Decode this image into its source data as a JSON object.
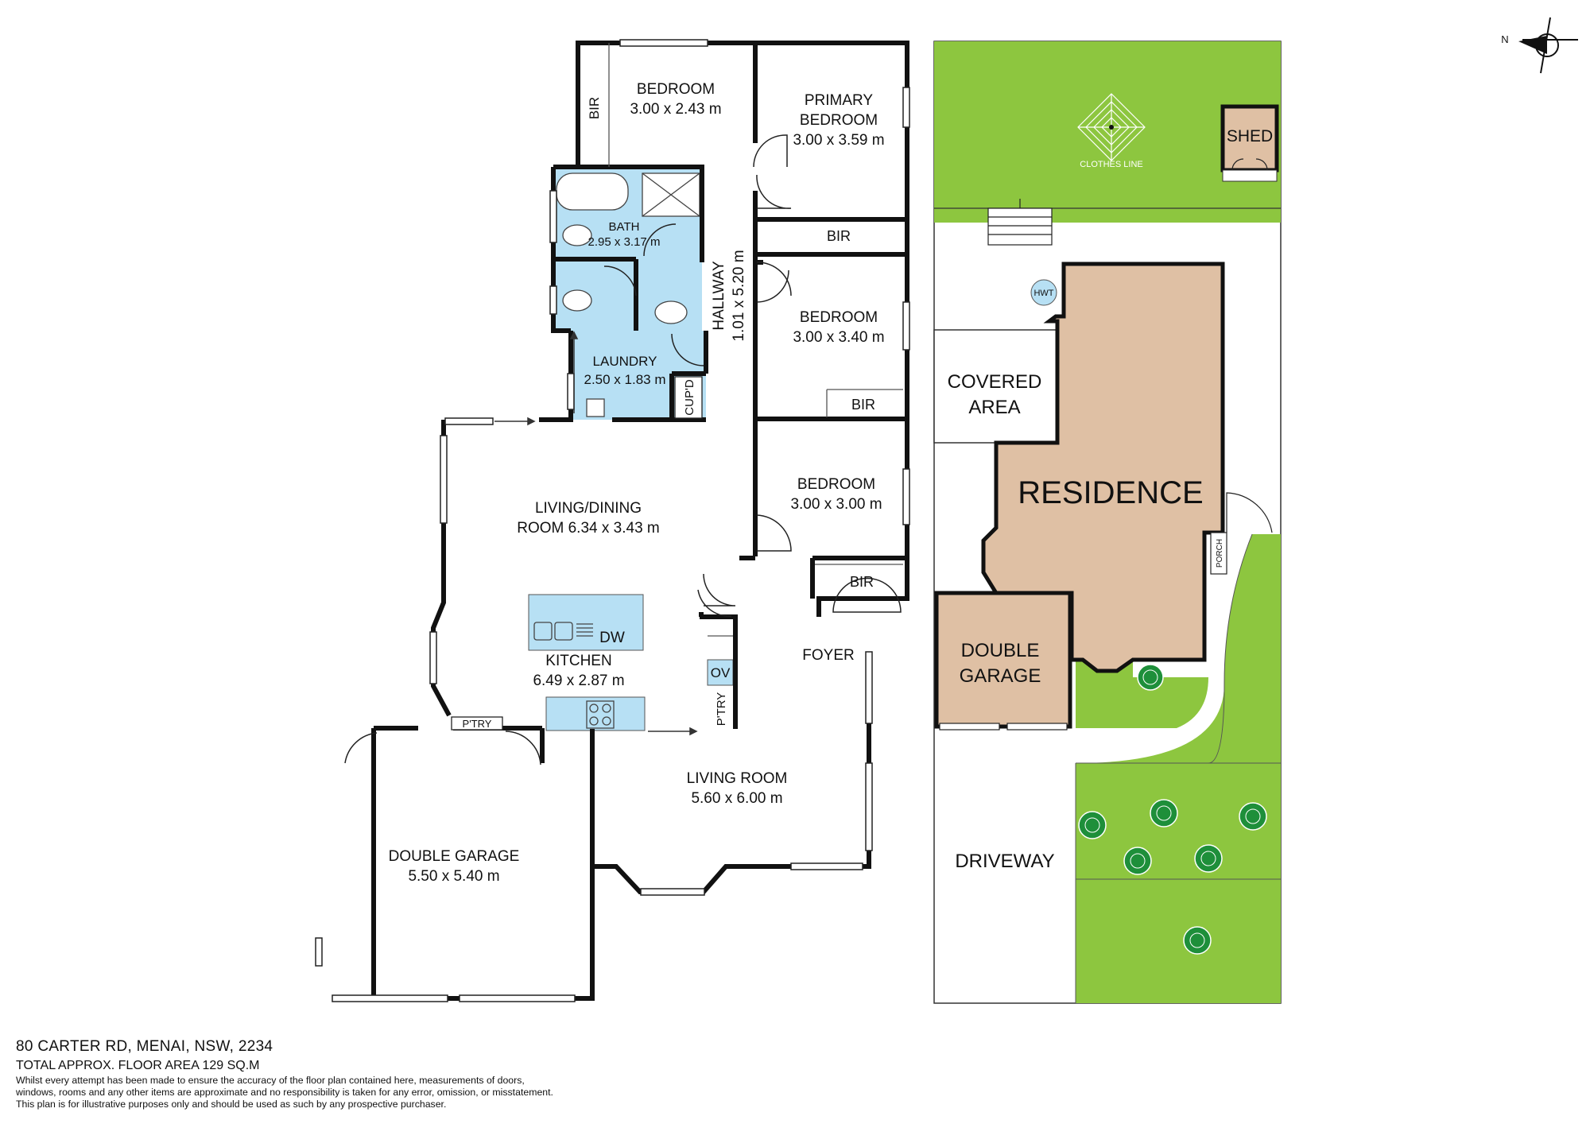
{
  "floor_plan": {
    "rooms": {
      "bedroom_top": {
        "name": "BEDROOM",
        "dims": "3.00 x 2.43 m"
      },
      "bir_top": "BIR",
      "primary": {
        "name_line1": "PRIMARY",
        "name_line2": "BEDROOM",
        "dims": "3.00 x 3.59 m"
      },
      "primary_bir": "BIR",
      "bath": {
        "name": "BATH",
        "dims": "2.95 x 3.17 m"
      },
      "hallway": {
        "name": "HALLWAY",
        "dims": "1.01 x 5.20 m"
      },
      "bedroom_mid": {
        "name": "BEDROOM",
        "dims": "3.00 x 3.40 m"
      },
      "bedroom_mid_bir": "BIR",
      "laundry": {
        "name": "LAUNDRY",
        "dims": "2.50 x 1.83 m"
      },
      "cupd": "CUP'D",
      "bedroom_low": {
        "name": "BEDROOM",
        "dims": "3.00 x 3.00 m"
      },
      "bedroom_low_bir": "BIR",
      "living_dining": {
        "name": "LIVING/DINING",
        "dims": "ROOM 6.34 x 3.43 m"
      },
      "kitchen": {
        "name": "KITCHEN",
        "dims": "6.49 x 2.87 m"
      },
      "dw": "DW",
      "ov": "OV",
      "ptry_vertical": "P'TRY",
      "ptry_horizontal": "P'TRY",
      "foyer": "FOYER",
      "living_room": {
        "name": "LIVING ROOM",
        "dims": "5.60 x 6.00 m"
      },
      "double_garage": {
        "name": "DOUBLE GARAGE",
        "dims": "5.50 x 5.40 m"
      }
    }
  },
  "site_plan": {
    "clothes_line": "CLOTHES LINE",
    "shed": "SHED",
    "hwt": "HWT",
    "covered_area": {
      "line1": "COVERED",
      "line2": "AREA"
    },
    "residence": "RESIDENCE",
    "porch": "PORCH",
    "double_garage": {
      "line1": "DOUBLE",
      "line2": "GARAGE"
    },
    "driveway": "DRIVEWAY",
    "colors": {
      "lawn": "#8dc63f",
      "building": "#dfc0a4",
      "wet_area": "#b7e0f4",
      "tree": "#1e8f3a"
    }
  },
  "compass": {
    "label": "N"
  },
  "footer": {
    "address": "80 CARTER RD, MENAI, NSW, 2234",
    "area": "TOTAL APPROX. FLOOR AREA 129 SQ.M",
    "disclaimer_1": "Whilst every attempt has been made to ensure the accuracy of the floor plan contained here, measurements of doors,",
    "disclaimer_2": "windows, rooms and any other items are approximate and no responsibility is taken for any error, omission, or misstatement.",
    "disclaimer_3": "This plan is for illustrative purposes only and should be used as such by any prospective purchaser."
  }
}
